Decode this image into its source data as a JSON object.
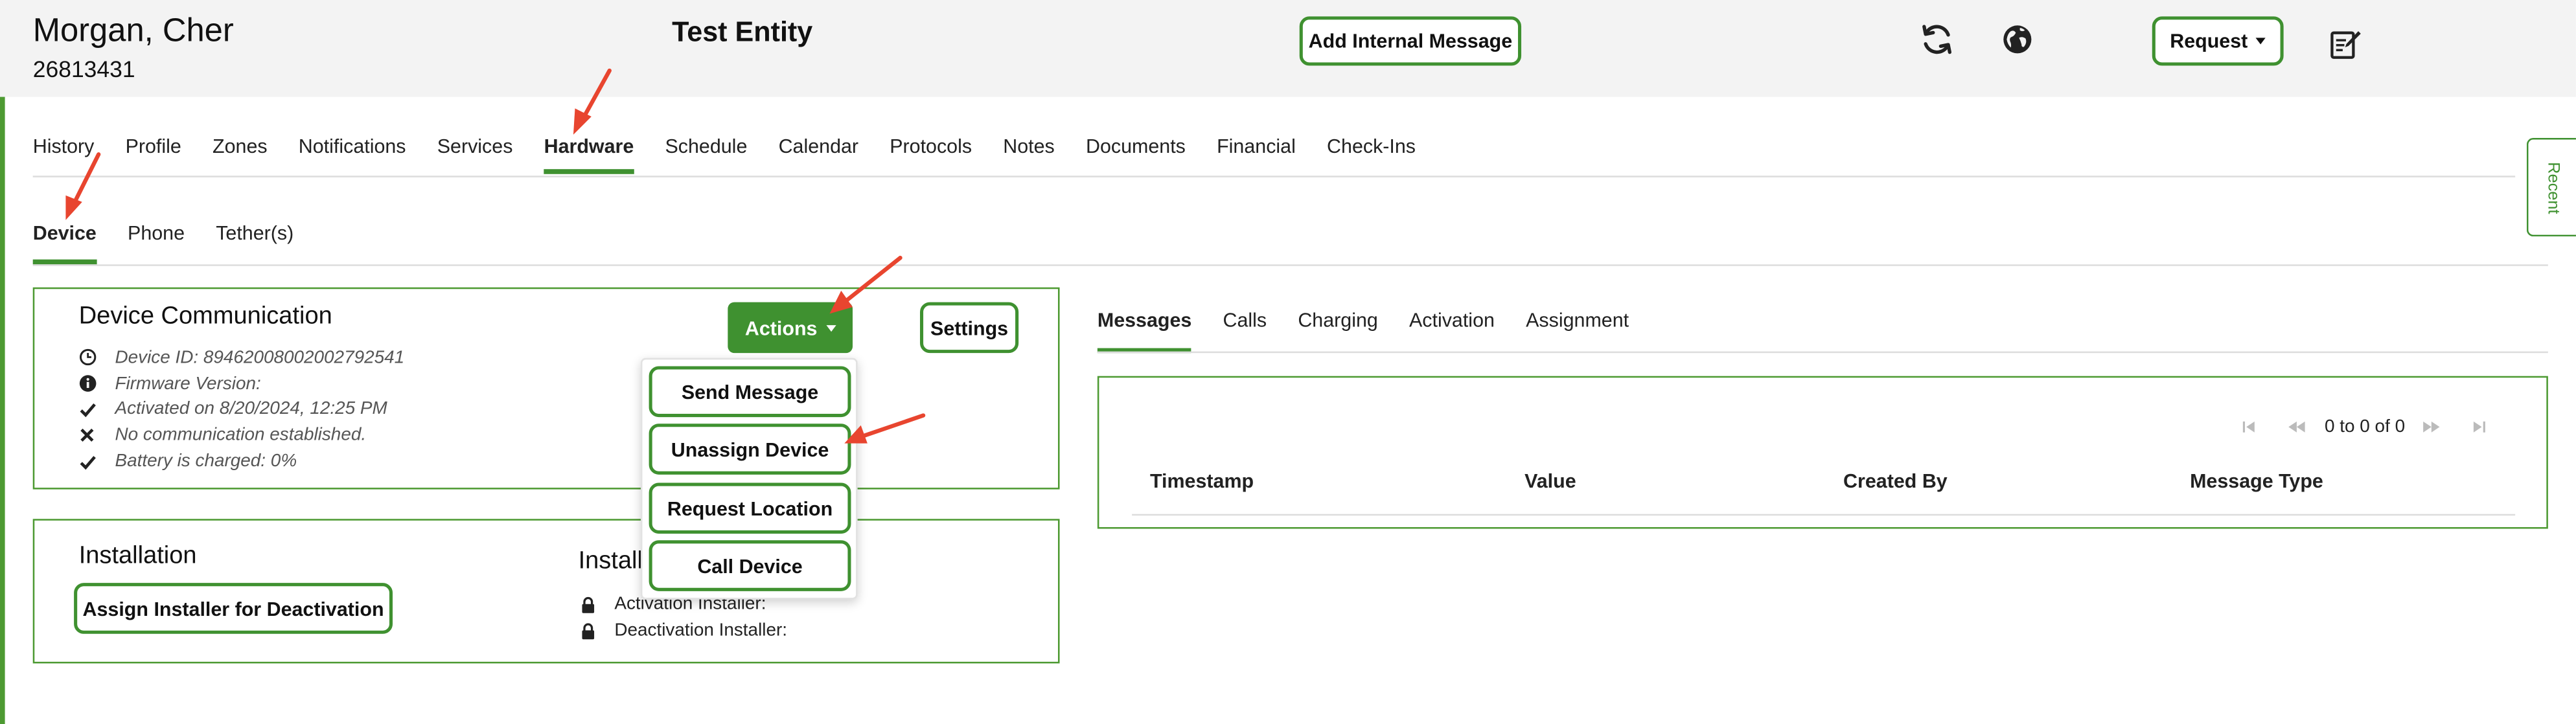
{
  "header": {
    "client_name": "Morgan, Cher",
    "client_id": "26813431",
    "entity_name": "Test Entity",
    "add_message_label": "Add Internal Message",
    "request_label": "Request",
    "icons": [
      "refresh-icon",
      "globe-icon",
      "note-edit-icon",
      "dropdown-caret-icon"
    ]
  },
  "main_tabs": {
    "items": [
      "History",
      "Profile",
      "Zones",
      "Notifications",
      "Services",
      "Hardware",
      "Schedule",
      "Calendar",
      "Protocols",
      "Notes",
      "Documents",
      "Financial",
      "Check-Ins"
    ],
    "active": "Hardware"
  },
  "recent_label": "Recent",
  "sub_tabs": {
    "items": [
      "Device",
      "Phone",
      "Tether(s)"
    ],
    "active": "Device"
  },
  "device_comm": {
    "title": "Device Communication",
    "actions_label": "Actions",
    "settings_label": "Settings",
    "info": [
      {
        "icon": "clock-icon",
        "text": "Device ID: 89462008002002792541"
      },
      {
        "icon": "info-icon",
        "text": "Firmware Version:"
      },
      {
        "icon": "check-icon",
        "text": "Activated on 8/20/2024, 12:25 PM"
      },
      {
        "icon": "x-icon",
        "text": "No communication established."
      },
      {
        "icon": "check-icon",
        "text": "Battery is charged: 0%"
      }
    ]
  },
  "actions_menu": {
    "items": [
      "Send Message",
      "Unassign Device",
      "Request Location",
      "Call Device"
    ]
  },
  "installation": {
    "title": "Installation",
    "assign_button": "Assign Installer for Deactivation",
    "installer_title": "Installer",
    "rows": [
      "Activation Installer:",
      "Deactivation Installer:"
    ]
  },
  "right_tabs": {
    "items": [
      "Messages",
      "Calls",
      "Charging",
      "Activation",
      "Assignment"
    ],
    "active": "Messages"
  },
  "messages_table": {
    "pager_text": "0 to 0 of 0",
    "columns": [
      "Timestamp",
      "Value",
      "Created By",
      "Message Type"
    ]
  },
  "colors": {
    "accent": "#3f9130",
    "annotation": "#e8452f",
    "header_bg": "#f3f3f3"
  }
}
